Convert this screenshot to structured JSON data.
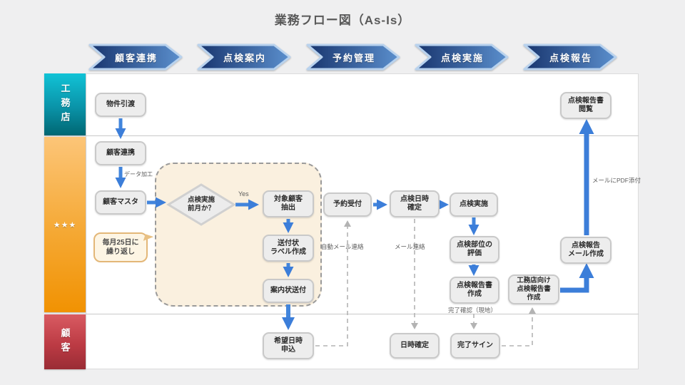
{
  "title": "業務フロー図（As-Is）",
  "phases": [
    {
      "label": "顧客連携"
    },
    {
      "label": "点検案内"
    },
    {
      "label": "予約管理"
    },
    {
      "label": "点検実施"
    },
    {
      "label": "点検報告"
    }
  ],
  "lanes": [
    {
      "id": "komuten",
      "label": "工務店"
    },
    {
      "id": "vendor",
      "label": "★★★"
    },
    {
      "id": "kokyaku",
      "label": "顧客"
    }
  ],
  "nodes": [
    {
      "id": "property-handover",
      "label": "物件引渡"
    },
    {
      "id": "customer-link",
      "label": "顧客連携"
    },
    {
      "id": "customer-master",
      "label": "顧客マスタ"
    },
    {
      "id": "target-customer-extract",
      "label": "対象顧客\n抽出"
    },
    {
      "id": "cover-letter-labels",
      "label": "送付状\nラベル作成"
    },
    {
      "id": "send-invitation",
      "label": "案内状送付"
    },
    {
      "id": "preferred-datetime-apply",
      "label": "希望日時\n申込"
    },
    {
      "id": "reservation-reception",
      "label": "予約受付"
    },
    {
      "id": "inspection-datetime-fix",
      "label": "点検日時\n確定"
    },
    {
      "id": "inspection-execute",
      "label": "点検実施"
    },
    {
      "id": "inspection-part-evaluation",
      "label": "点検部位の\n評価"
    },
    {
      "id": "inspection-report-create",
      "label": "点検報告書\n作成"
    },
    {
      "id": "datetime-confirmed",
      "label": "日時確定"
    },
    {
      "id": "completion-sign",
      "label": "完了サイン"
    },
    {
      "id": "report-for-builder-create",
      "label": "工務店向け\n点検報告書\n作成"
    },
    {
      "id": "report-mail-create",
      "label": "点検報告\nメール作成"
    },
    {
      "id": "report-view",
      "label": "点検報告書\n閲覧"
    }
  ],
  "decision": {
    "label": "点検実施\n前月か？",
    "yes_label": "Yes"
  },
  "annotations": {
    "repeat_note": "毎月25日に\n繰り返し",
    "data_processing": "データ加工",
    "auto_mail": "自動メール連絡",
    "mail": "メール連絡",
    "completion_check": "完了確認（現地）",
    "pdf_attach": "メールにPDF添付"
  },
  "colors": {
    "chevron_dark": "#18356e",
    "chevron_light": "#5b8fcd",
    "chevron_border": "#b8d2ee",
    "lane_komuten_top": "#11c3d6",
    "lane_komuten_bottom": "#006672",
    "lane_vendor_top": "#fcc578",
    "lane_vendor_bottom": "#f19202",
    "lane_kokyaku_top": "#d95b62",
    "lane_kokyaku_bottom": "#9a2c35",
    "arrow_blue": "#4285dc",
    "dashed_gray": "#b3b3b3",
    "loop_fill": "#faf0df",
    "node_fill": "#ededed",
    "bubble_border": "#e3b778"
  }
}
